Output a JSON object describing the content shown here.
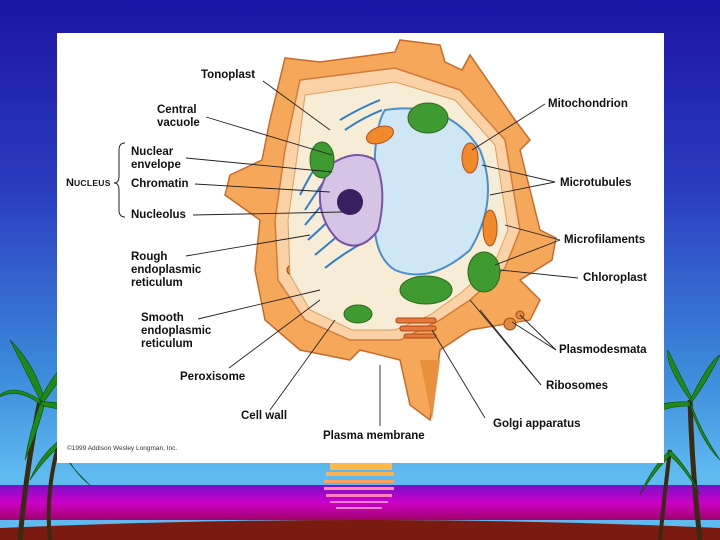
{
  "slide": {
    "colors": {
      "sky_top": "#1e1aa8",
      "sky_bottom": "#5ab6ec",
      "band_magenta": "#d400c8",
      "sun": "#ffb84a",
      "ground": "#7a1a10"
    }
  },
  "diagram": {
    "labels": {
      "tonoplast": "Tonoplast",
      "central_vacuole": "Central\nvacuole",
      "nuclear_envelope": "Nuclear\nenvelope",
      "chromatin": "Chromatin",
      "nucleolus": "Nucleolus",
      "rough_er": "Rough\nendoplasmic\nreticulum",
      "smooth_er": "Smooth\nendoplasmic\nreticulum",
      "peroxisome": "Peroxisome",
      "cell_wall": "Cell wall",
      "plasma_membrane": "Plasma membrane",
      "golgi": "Golgi apparatus",
      "ribosomes": "Ribosomes",
      "plasmodesmata": "Plasmodesmata",
      "chloroplast": "Chloroplast",
      "microfilaments": "Microfilaments",
      "microtubules": "Microtubules",
      "mitochondrion": "Mitochondrion"
    },
    "nucleus_group": {
      "first": "N",
      "rest": "UCLEUS"
    },
    "copyright": "©1999 Addison Wesley Longman, Inc."
  }
}
